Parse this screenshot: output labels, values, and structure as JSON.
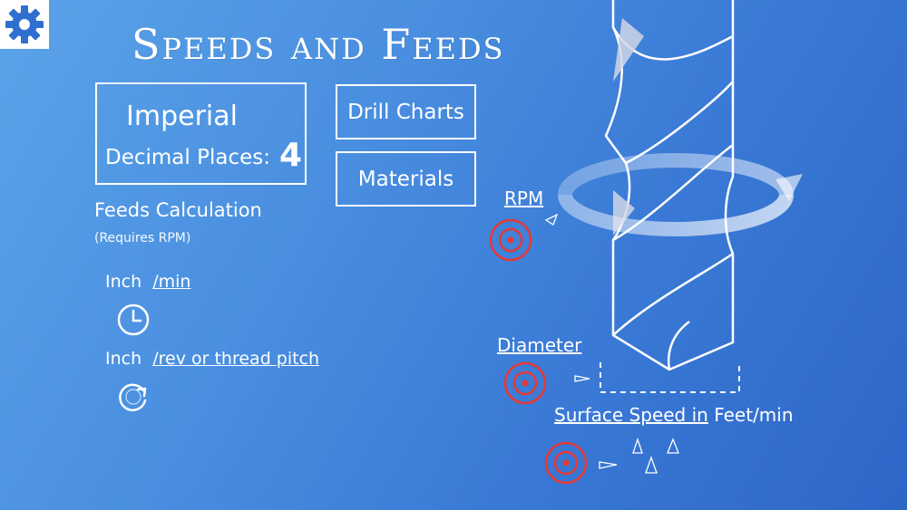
{
  "app": {
    "title": "Speeds and Feeds"
  },
  "units_panel": {
    "system": "Imperial",
    "decimal_label": "Decimal Places:",
    "decimal_value": "4"
  },
  "buttons": {
    "drill_charts": "Drill Charts",
    "materials": "Materials"
  },
  "feeds": {
    "heading": "Feeds Calculation",
    "subheading": "(Requires RPM)",
    "row1_unit": "Inch",
    "row1_per": "/min",
    "row2_unit": "Inch",
    "row2_per": "/rev or thread pitch"
  },
  "diagram": {
    "rpm_label": "RPM",
    "diameter_label": "Diameter",
    "surface_speed_label": "Surface Speed in",
    "surface_speed_unit": "Feet/min"
  },
  "icons": {
    "settings": "gear-icon",
    "clock": "clock-icon",
    "revolution": "rotate-icon",
    "target": "target-icon"
  },
  "colors": {
    "target_red": "#e53935",
    "line_white": "#ffffff"
  }
}
